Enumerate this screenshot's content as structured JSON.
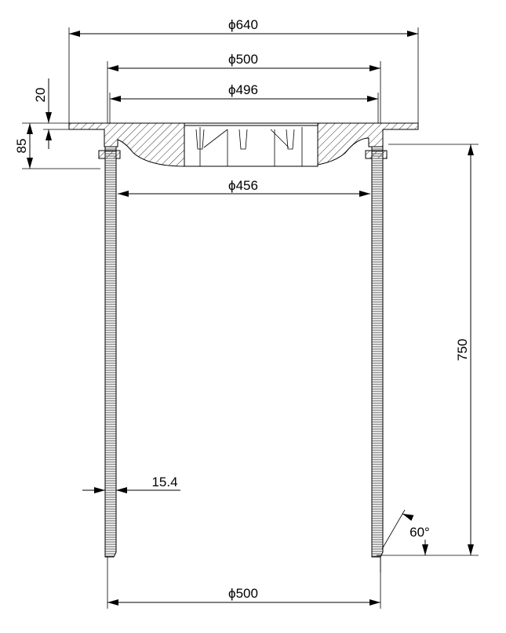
{
  "drawing": {
    "dimensions": {
      "flange_diameter": "ϕ640",
      "outer_frame_diameter": "ϕ500",
      "inner_frame_diameter": "ϕ496",
      "inner_pipe_diameter": "ϕ456",
      "bottom_diameter": "ϕ500",
      "flange_thickness": "20",
      "frame_height": "85",
      "pipe_length": "750",
      "wall_offset": "15.4",
      "chamfer_angle": "60°"
    },
    "colors": {
      "line": "#000000",
      "background": "#ffffff"
    }
  }
}
